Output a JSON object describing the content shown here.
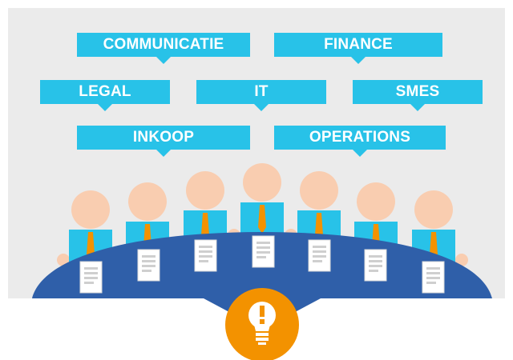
{
  "departments": [
    {
      "label": "COMMUNICATIE"
    },
    {
      "label": "FINANCE"
    },
    {
      "label": "LEGAL"
    },
    {
      "label": "IT"
    },
    {
      "label": "SMES"
    },
    {
      "label": "INKOOP"
    },
    {
      "label": "OPERATIONS"
    }
  ],
  "icons": {
    "person": "person-icon",
    "document": "document-icon",
    "lightbulb": "lightbulb-icon"
  },
  "colors": {
    "tag": "#28c2e8",
    "table": "#2f5fa9",
    "shirt": "#28c2e8",
    "tie": "#f39200",
    "skin": "#f9cdb0",
    "bulb_circle": "#f39200",
    "background": "#ebebeb"
  }
}
